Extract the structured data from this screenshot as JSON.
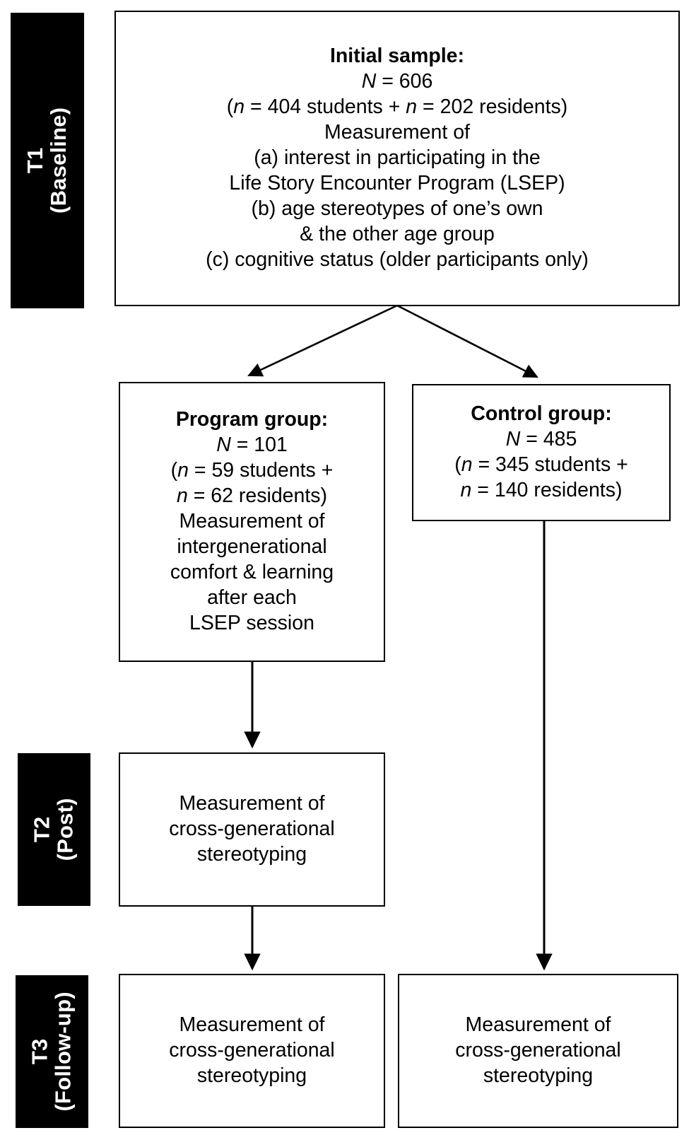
{
  "figure": {
    "type": "flowchart",
    "title": "Study design flow diagram: Life Story Encounter Program (LSEP)",
    "background_color": "#ffffff",
    "line_color": "#000000",
    "timebar_background": "#000000",
    "timebar_text_color": "#ffffff"
  },
  "timepoints": [
    {
      "id": "t1",
      "code": "T1",
      "qualifier": "(Baseline)"
    },
    {
      "id": "t2",
      "code": "T2",
      "qualifier": "(Post)"
    },
    {
      "id": "t3",
      "code": "T3",
      "qualifier": "(Follow-up)"
    }
  ],
  "boxes": {
    "initial_sample": {
      "heading": "Initial sample:",
      "n_label": "N",
      "n_equals": " = ",
      "n_value": "606",
      "breakdown_open": "(",
      "breakdown_n1_label": "n",
      "breakdown_n1_value": " = 404 students + ",
      "breakdown_n2_label": "n",
      "breakdown_n2_value": " = 202 residents)",
      "measurement_line": "Measurement of",
      "item_a": "(a) interest in participating in the",
      "item_a_cont": "Life Story Encounter Program (LSEP)",
      "item_b": "(b) age stereotypes of one’s own",
      "item_b_cont": "& the other age group",
      "item_c": "(c) cognitive status (older participants only)"
    },
    "program_group": {
      "heading": "Program group:",
      "n_label": "N",
      "n_value": " = 101",
      "breakdown_line1_open": "(",
      "breakdown_line1_label": "n",
      "breakdown_line1_value": " = 59 students +",
      "breakdown_line2_label": "n",
      "breakdown_line2_value": " = 62 residents)",
      "body_line1": "Measurement of",
      "body_line2": "intergenerational",
      "body_line3": "comfort & learning",
      "body_line4": "after each",
      "body_line5": "LSEP session"
    },
    "control_group": {
      "heading": "Control group:",
      "n_label": "N",
      "n_value": " = 485",
      "breakdown_line1_open": "(",
      "breakdown_line1_label": "n",
      "breakdown_line1_value": " = 345 students +",
      "breakdown_line2_label": "n",
      "breakdown_line2_value": " = 140 residents)"
    },
    "t2_program_outcome": {
      "line1": "Measurement of",
      "line2": "cross-generational",
      "line3": "stereotyping"
    },
    "t3_program_outcome": {
      "line1": "Measurement of",
      "line2": "cross-generational",
      "line3": "stereotyping"
    },
    "t3_control_outcome": {
      "line1": "Measurement of",
      "line2": "cross-generational",
      "line3": "stereotyping"
    }
  },
  "connectors": [
    {
      "id": "split-to-program",
      "from": "initial_sample",
      "to": "program_group",
      "style": "diagonal-arrow"
    },
    {
      "id": "split-to-control",
      "from": "initial_sample",
      "to": "control_group",
      "style": "diagonal-arrow"
    },
    {
      "id": "program-to-t2",
      "from": "program_group",
      "to": "t2_program_outcome",
      "style": "vertical-arrow"
    },
    {
      "id": "t2-to-t3",
      "from": "t2_program_outcome",
      "to": "t3_program_outcome",
      "style": "vertical-arrow"
    },
    {
      "id": "control-to-t3",
      "from": "control_group",
      "to": "t3_control_outcome",
      "style": "vertical-arrow"
    }
  ]
}
